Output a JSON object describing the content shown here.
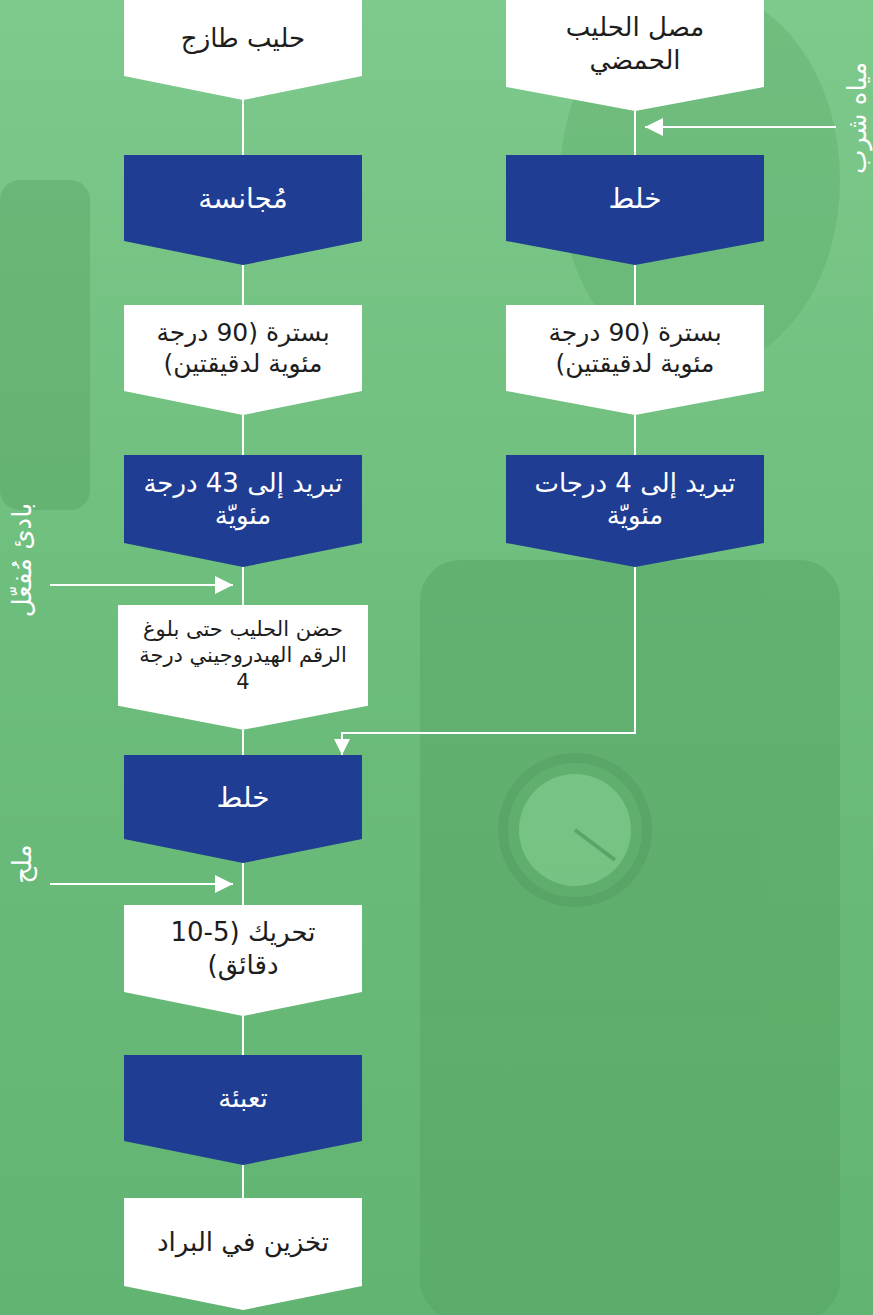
{
  "diagram": {
    "nodes": [
      {
        "text": [
          "مصل الحليب الحمضي"
        ]
      },
      {
        "text": [
          "حليب طازج"
        ]
      },
      {
        "text": [
          "خلط"
        ]
      },
      {
        "text": [
          "مُجانسة"
        ]
      },
      {
        "text": [
          "بسترة (90 درجة مئوية لدقيقتين)"
        ]
      },
      {
        "text": [
          "بسترة (90 درجة مئوية لدقيقتين)"
        ]
      },
      {
        "text": [
          "تبريد إلى 4 درجات مئويّة"
        ]
      },
      {
        "text": [
          "تبريد إلى 43 درجة مئويّة"
        ]
      },
      {
        "text": [
          "حضن الحليب حتى بلوغ الرقم الهيدروجيني درجة 4"
        ]
      },
      {
        "text": [
          "خلط"
        ]
      },
      {
        "text": [
          "تحريك (5-10 دقائق)"
        ]
      },
      {
        "text": [
          "تعبئة"
        ]
      },
      {
        "text": [
          "تخزين في البراد"
        ]
      }
    ],
    "edges": [
      {
        "from": 0,
        "to": 2,
        "arrow": "none"
      },
      {
        "from": 2,
        "to": 4,
        "arrow": "none"
      },
      {
        "from": 4,
        "to": 6,
        "arrow": "none"
      },
      {
        "from": 6,
        "to": 9,
        "arrow": "to"
      },
      {
        "from": 1,
        "to": 3,
        "arrow": "none"
      },
      {
        "from": 3,
        "to": 5,
        "arrow": "none"
      },
      {
        "from": 5,
        "to": 7,
        "arrow": "none"
      },
      {
        "from": 7,
        "to": 8,
        "arrow": "none"
      },
      {
        "from": 8,
        "to": 9,
        "arrow": "none"
      },
      {
        "from": 9,
        "to": 10,
        "arrow": "none"
      },
      {
        "from": 10,
        "to": 11,
        "arrow": "none"
      },
      {
        "from": 11,
        "to": 12,
        "arrow": "none"
      }
    ],
    "labels": [
      "مياه شرب",
      "بادئ مُفعّل",
      "ملح"
    ]
  }
}
